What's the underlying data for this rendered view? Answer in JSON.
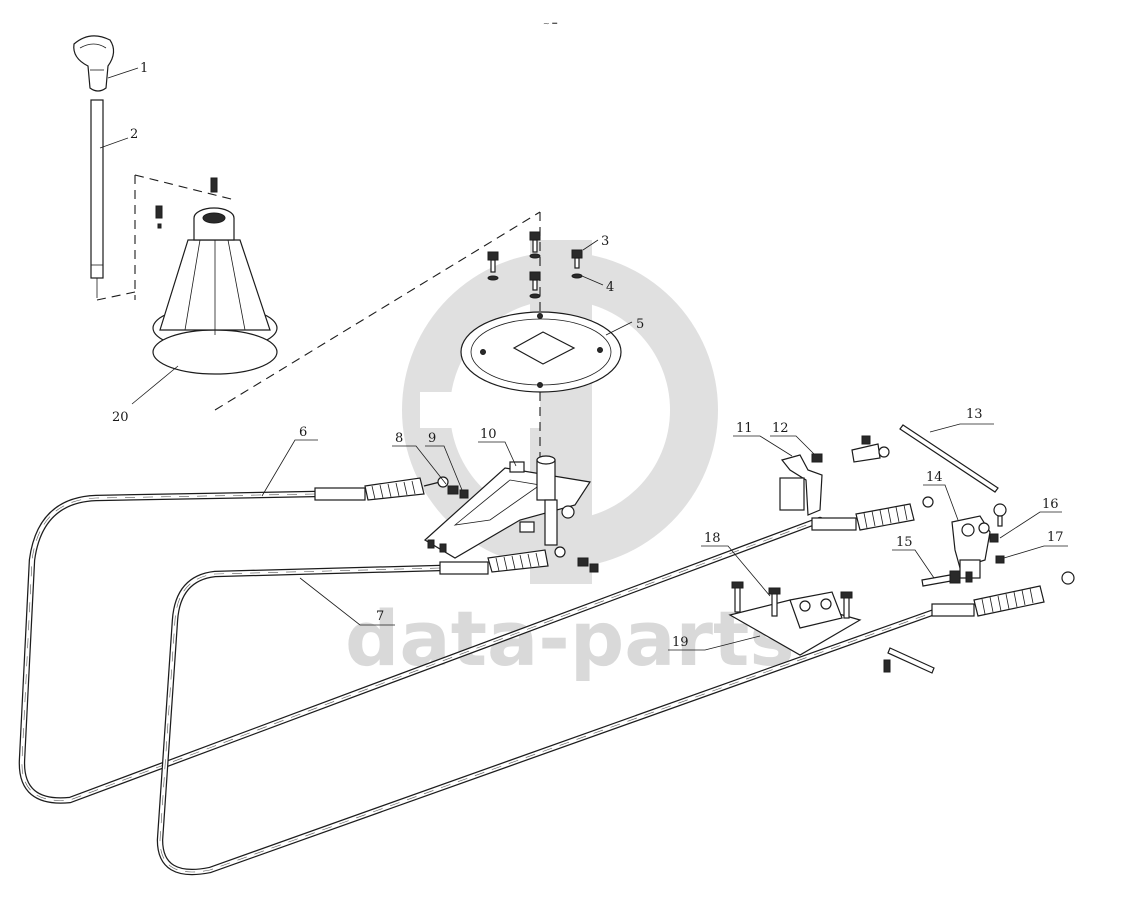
{
  "header_mark": "~ ━",
  "watermark": {
    "text": "data-parts",
    "color": "#d9d9d9"
  },
  "callouts": [
    {
      "id": "1",
      "label": "1"
    },
    {
      "id": "2",
      "label": "2"
    },
    {
      "id": "3",
      "label": "3"
    },
    {
      "id": "4",
      "label": "4"
    },
    {
      "id": "5",
      "label": "5"
    },
    {
      "id": "6",
      "label": "6"
    },
    {
      "id": "7",
      "label": "7"
    },
    {
      "id": "8",
      "label": "8"
    },
    {
      "id": "9",
      "label": "9"
    },
    {
      "id": "10",
      "label": "10"
    },
    {
      "id": "11",
      "label": "11"
    },
    {
      "id": "12",
      "label": "12"
    },
    {
      "id": "13",
      "label": "13"
    },
    {
      "id": "14",
      "label": "14"
    },
    {
      "id": "15",
      "label": "15"
    },
    {
      "id": "16",
      "label": "16"
    },
    {
      "id": "17",
      "label": "17"
    },
    {
      "id": "18",
      "label": "18"
    },
    {
      "id": "19",
      "label": "19"
    },
    {
      "id": "20",
      "label": "20"
    }
  ]
}
